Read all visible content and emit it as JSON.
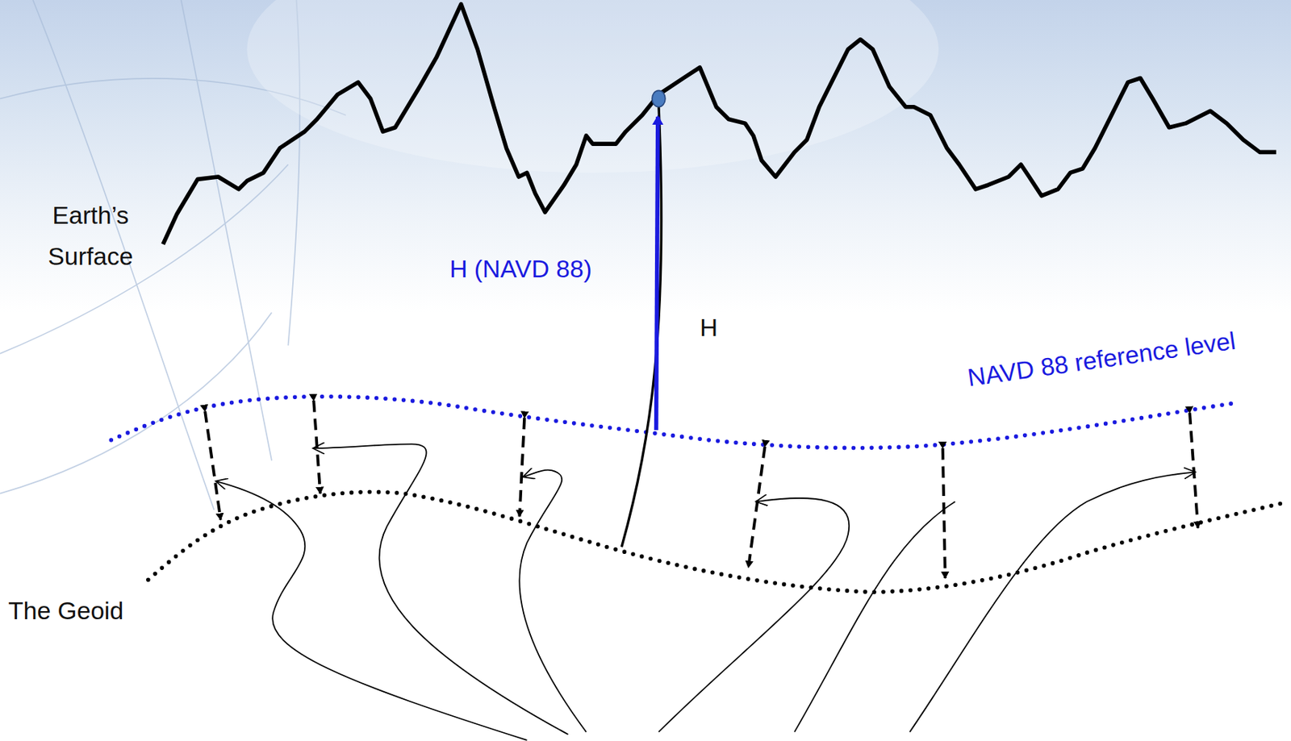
{
  "diagram": {
    "labels": [
      "Earth’s Surface",
      "H (NAVD 88)",
      "H",
      "NAVD 88 reference level",
      "The Geoid"
    ]
  }
}
